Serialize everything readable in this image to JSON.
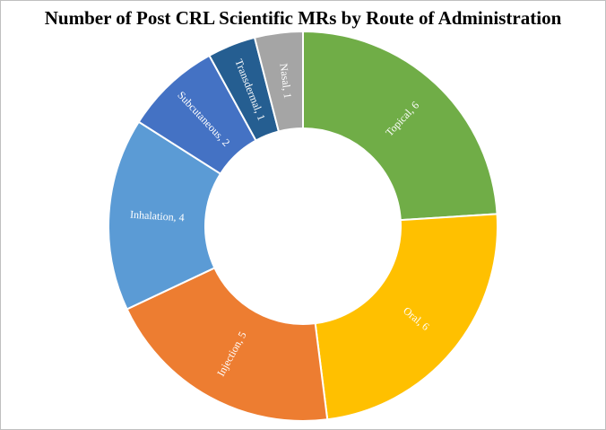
{
  "chart_data": {
    "type": "pie",
    "variant": "donut",
    "title": "Number of Post CRL Scientific MRs by Route of Administration",
    "start_angle_deg": 0,
    "direction": "clockwise",
    "slices": [
      {
        "label": "Topical",
        "value": 6,
        "display": "Topical, 6",
        "color": "#70AD47"
      },
      {
        "label": "Oral",
        "value": 6,
        "display": "Oral, 6",
        "color": "#FFC000"
      },
      {
        "label": "Injection",
        "value": 5,
        "display": "Injection, 5",
        "color": "#ED7D31"
      },
      {
        "label": "Inhalation",
        "value": 4,
        "display": "Inhalation, 4",
        "color": "#5B9BD5"
      },
      {
        "label": "Subcutaneous",
        "value": 2,
        "display": "Subcutaneous, 2",
        "color": "#4472C4"
      },
      {
        "label": "Transdermal",
        "value": 1,
        "display": "Transdermal, 1",
        "color": "#255E91"
      },
      {
        "label": "Nasal",
        "value": 1,
        "display": "Nasal, 1",
        "color": "#A5A5A5"
      }
    ],
    "legend": "none",
    "data_labels": "inside"
  }
}
